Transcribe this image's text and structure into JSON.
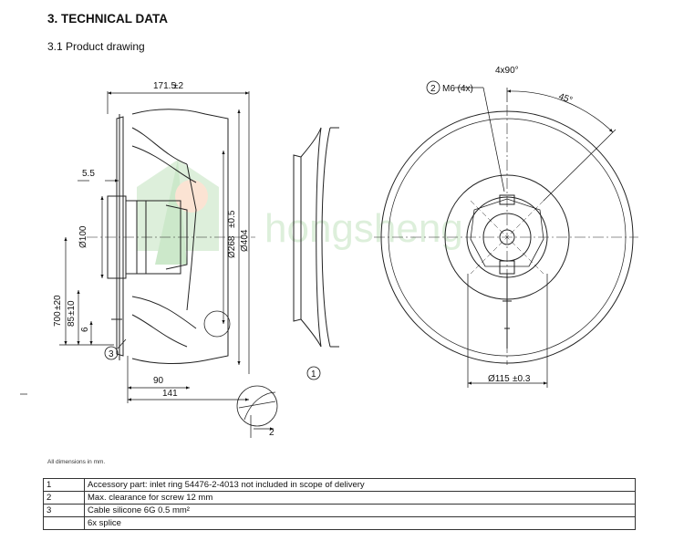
{
  "section_title": "3. TECHNICAL DATA",
  "subsection_title": "3.1 Product drawing",
  "drawing": {
    "dim_width": "171.5",
    "dim_width_tol": "±2",
    "dim_5_5": "5.5",
    "dim_100": "Ø100",
    "dim_268": "Ø268",
    "dim_268_tol": "±0.5",
    "dim_404": "Ø404",
    "dim_700": "700",
    "dim_700_tol": "±20",
    "dim_85": "85",
    "dim_85_tol": "±10",
    "dim_6": "6",
    "dim_90": "90",
    "dim_141": "141",
    "dim_2": "2",
    "callout_1": "1",
    "callout_2": "2",
    "callout_3": "3",
    "thread": "M6 (4x)",
    "angle_4x90": "4x90°",
    "angle_45": "45°",
    "dim_115": "Ø115",
    "dim_115_tol": "±0.3",
    "watermark": "hongsheng"
  },
  "note": "All dimensions in mm.",
  "parts_table": [
    {
      "num": "1",
      "text": "Accessory part: inlet ring 54476-2-4013 not included in scope of delivery"
    },
    {
      "num": "2",
      "text": "Max. clearance for screw 12 mm"
    },
    {
      "num": "3",
      "text": "Cable silicone 6G 0.5 mm²"
    },
    {
      "num": "",
      "text": "6x splice"
    }
  ]
}
